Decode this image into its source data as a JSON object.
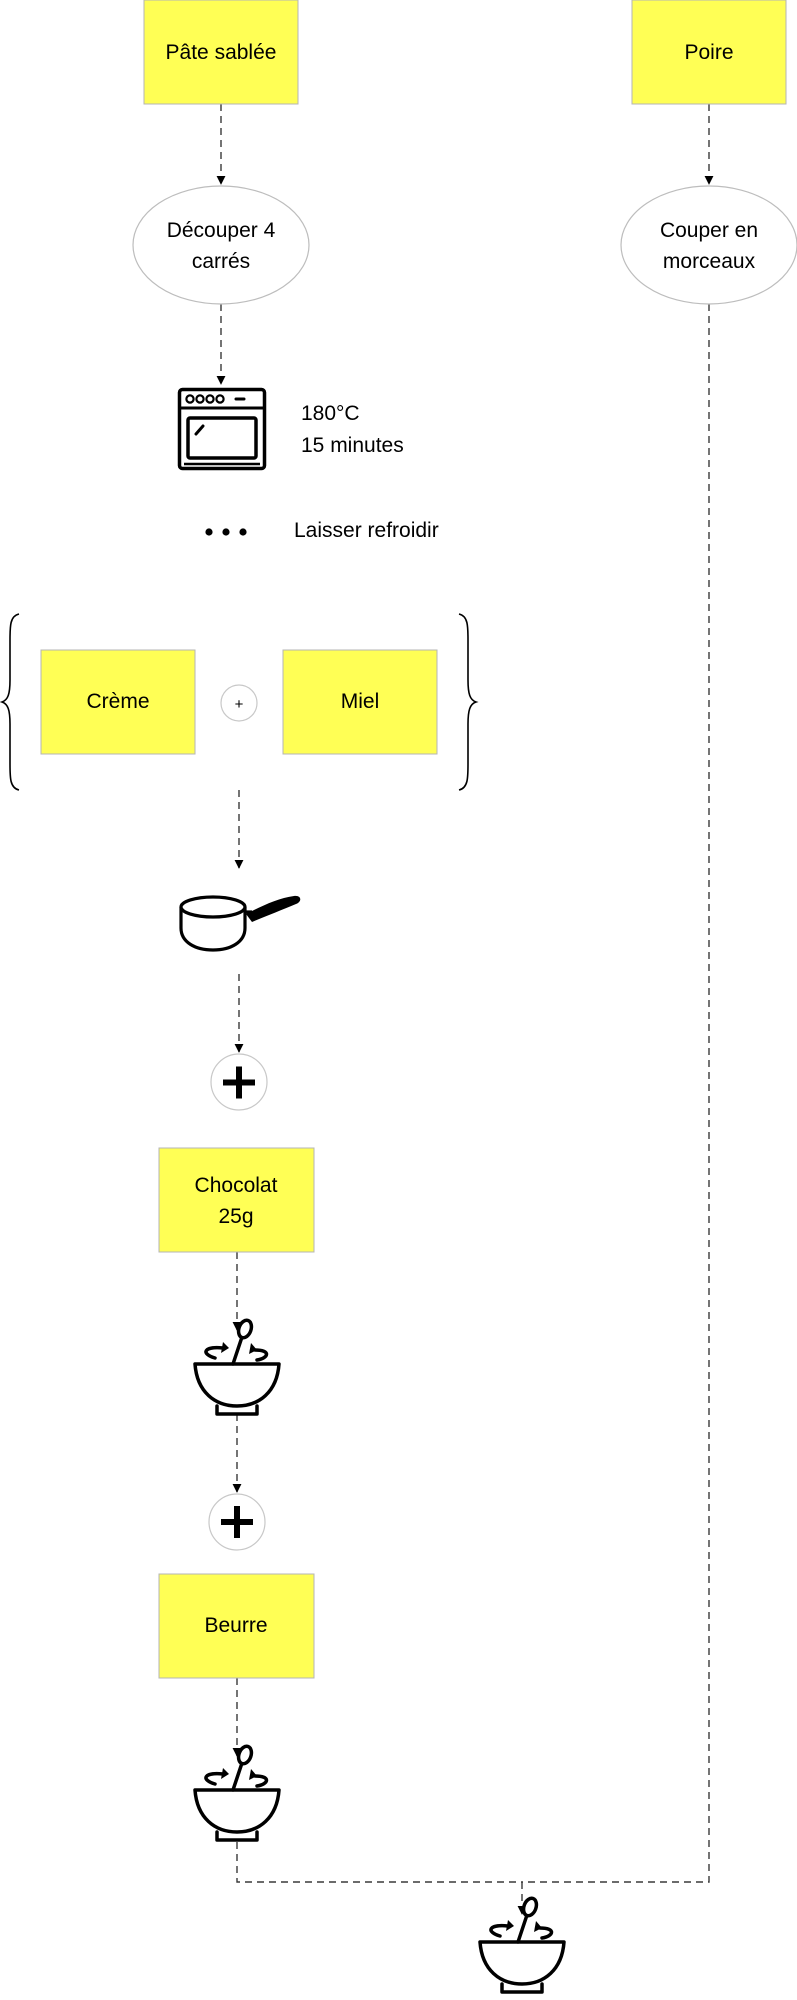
{
  "nodes": {
    "pate_sablee": "Pâte sablée",
    "poire": "Poire",
    "decouper": [
      "Découper 4",
      "carrés"
    ],
    "couper": [
      "Couper en",
      "morceaux"
    ],
    "four_note": [
      "180°C",
      "15 minutes"
    ],
    "refroidir": "Laisser refroidir",
    "creme": "Crème",
    "plus_small": "+",
    "miel": "Miel",
    "chocolat": [
      "Chocolat",
      "25g"
    ],
    "beurre": "Beurre"
  },
  "icons": {
    "oven": "oven-icon",
    "dots": "ellipsis-icon",
    "saucepan": "saucepan-icon",
    "plus": "plus-icon",
    "mixing_bowl": "mixing-bowl-icon"
  },
  "colors": {
    "sticky_fill": "#ffff55",
    "line": "#3a3a3a"
  }
}
